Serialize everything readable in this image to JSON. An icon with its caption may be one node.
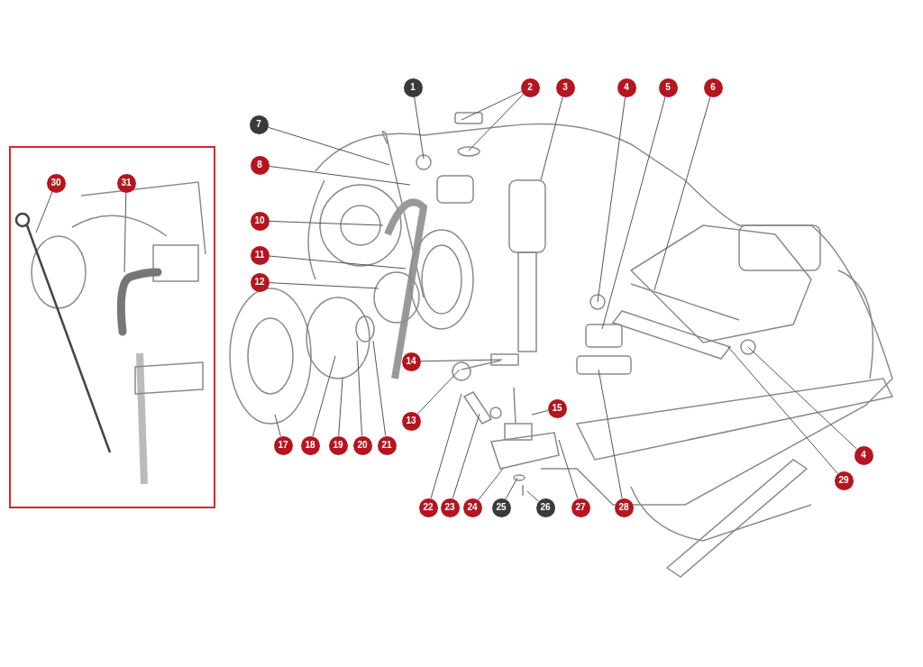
{
  "diagram": {
    "nodes": [
      {
        "text": [
          "1"
        ]
      },
      {
        "text": [
          "2"
        ]
      },
      {
        "text": [
          "3"
        ]
      },
      {
        "text": [
          "4"
        ]
      },
      {
        "text": [
          "5"
        ]
      },
      {
        "text": [
          "6"
        ]
      },
      {
        "text": [
          "7"
        ]
      },
      {
        "text": [],
        "shape": "box"
      },
      {
        "text": [
          "8"
        ]
      },
      {
        "text": [
          "30"
        ],
        "in": 7
      },
      {
        "text": [
          "31"
        ],
        "in": 7
      },
      {
        "text": [
          "10"
        ]
      },
      {
        "text": [
          "11"
        ]
      },
      {
        "text": [
          "12"
        ]
      },
      {
        "text": [
          "14"
        ]
      },
      {
        "text": [
          "15"
        ]
      },
      {
        "text": [
          "13"
        ]
      },
      {
        "text": [
          "17"
        ]
      },
      {
        "text": [
          "18"
        ]
      },
      {
        "text": [
          "19"
        ]
      },
      {
        "text": [
          "20"
        ]
      },
      {
        "text": [
          "21"
        ]
      },
      {
        "text": [
          "4"
        ]
      },
      {
        "text": [
          "29"
        ]
      },
      {
        "text": [
          "22"
        ]
      },
      {
        "text": [
          "23"
        ]
      },
      {
        "text": [
          "24"
        ]
      },
      {
        "text": [
          "25"
        ]
      },
      {
        "text": [
          "26"
        ]
      },
      {
        "text": [
          "27"
        ]
      },
      {
        "text": [
          "28"
        ]
      }
    ],
    "edges": [
      {
        "from": 0,
        "to": null,
        "arrow": "none"
      },
      {
        "from": 1,
        "to": null,
        "arrow": "none"
      },
      {
        "from": 1,
        "to": null,
        "arrow": "none"
      },
      {
        "from": 2,
        "to": null,
        "arrow": "none"
      },
      {
        "from": 3,
        "to": null,
        "arrow": "none"
      },
      {
        "from": 4,
        "to": null,
        "arrow": "none"
      },
      {
        "from": 5,
        "to": null,
        "arrow": "none"
      },
      {
        "from": 6,
        "to": null,
        "arrow": "none"
      },
      {
        "from": 8,
        "to": null,
        "arrow": "none"
      },
      {
        "from": 9,
        "to": null,
        "arrow": "none"
      },
      {
        "from": 10,
        "to": null,
        "arrow": "none"
      },
      {
        "from": 11,
        "to": null,
        "arrow": "none"
      },
      {
        "from": 12,
        "to": null,
        "arrow": "none"
      },
      {
        "from": 13,
        "to": null,
        "arrow": "none"
      },
      {
        "from": 14,
        "to": null,
        "arrow": "none"
      },
      {
        "from": 15,
        "to": null,
        "arrow": "none"
      },
      {
        "from": 16,
        "to": null,
        "arrow": "none"
      },
      {
        "from": 17,
        "to": null,
        "arrow": "none"
      },
      {
        "from": 18,
        "to": null,
        "arrow": "none"
      },
      {
        "from": 19,
        "to": null,
        "arrow": "none"
      },
      {
        "from": 20,
        "to": null,
        "arrow": "none"
      },
      {
        "from": 21,
        "to": null,
        "arrow": "none"
      },
      {
        "from": 22,
        "to": null,
        "arrow": "none"
      },
      {
        "from": 23,
        "to": null,
        "arrow": "none"
      },
      {
        "from": 24,
        "to": null,
        "arrow": "none"
      },
      {
        "from": 25,
        "to": null,
        "arrow": "none"
      },
      {
        "from": 26,
        "to": null,
        "arrow": "none"
      },
      {
        "from": 27,
        "to": null,
        "arrow": "none"
      },
      {
        "from": 28,
        "to": null,
        "arrow": "none"
      },
      {
        "from": 29,
        "to": null,
        "arrow": "none"
      },
      {
        "from": 30,
        "to": null,
        "arrow": "none"
      }
    ]
  }
}
